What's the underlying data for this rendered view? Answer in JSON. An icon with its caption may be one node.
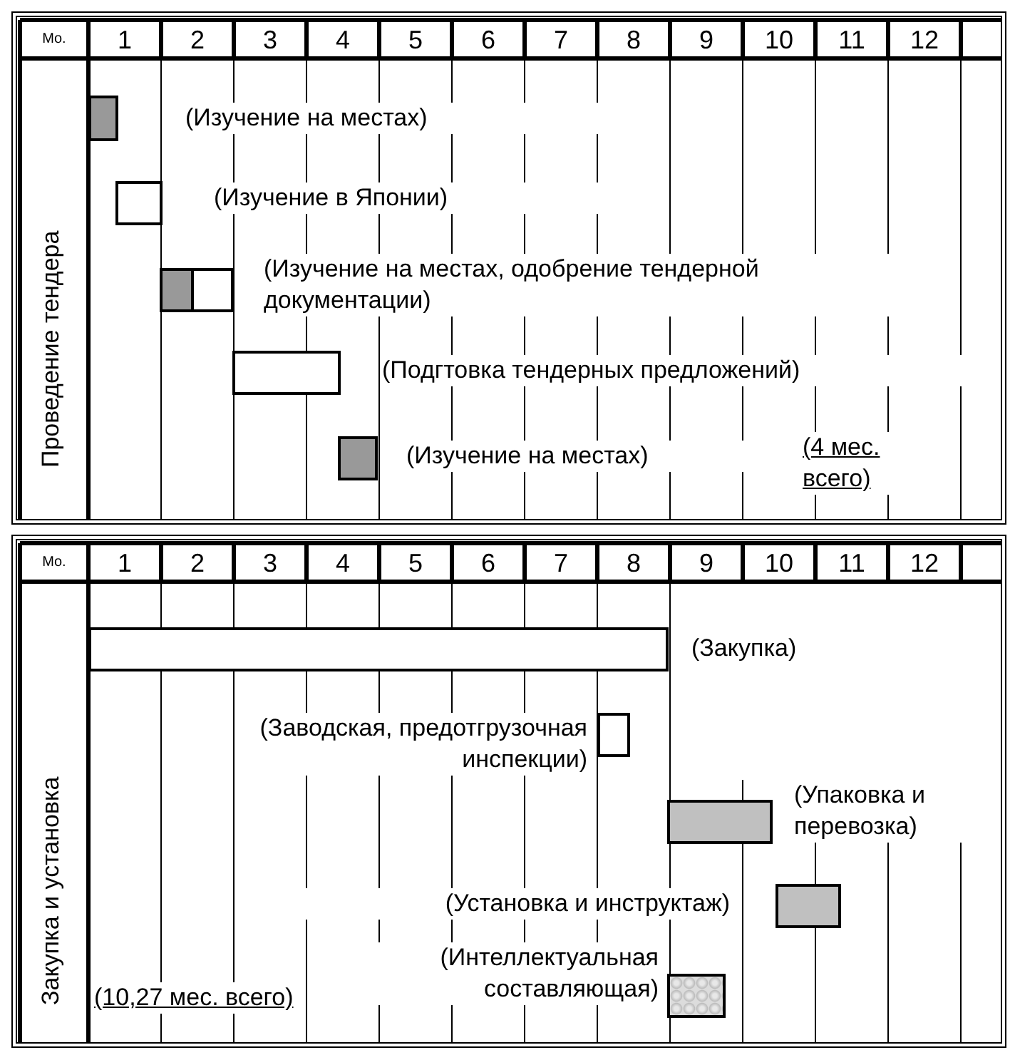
{
  "diagram": {
    "nodes": [
      {
        "text": [],
        "shape": "bar",
        "beside": [
          "(Изучение на местах)"
        ]
      },
      {
        "text": [],
        "shape": "bar",
        "beside": [
          "(Изучение в Японии)"
        ]
      },
      {
        "text": [],
        "shape": "bar",
        "beside": [
          "(Изучение на местах, одобрение тендерной документации)"
        ]
      },
      {
        "text": [],
        "shape": "bar",
        "beside": [
          "(Подгтовка тендерных предложений)"
        ]
      },
      {
        "text": [],
        "shape": "bar",
        "beside": [
          "(Изучение на местах)"
        ]
      },
      {
        "text": [],
        "shape": "bar",
        "beside": [
          "(Закупка)"
        ]
      },
      {
        "text": [],
        "shape": "bar",
        "beside": [
          "(Заводская, предотгрузочная инспекции)"
        ]
      },
      {
        "text": [],
        "shape": "bar",
        "beside": [
          "(Упаковка и перевозка)"
        ]
      },
      {
        "text": [],
        "shape": "bar",
        "beside": [
          "(Установка и инструктаж)"
        ]
      },
      {
        "text": [],
        "shape": "bar",
        "beside": [
          "(Интеллектуальная составляющая)"
        ]
      }
    ],
    "labels": [
      "Mo.",
      "1",
      "2",
      "3",
      "4",
      "5",
      "6",
      "7",
      "8",
      "9",
      "10",
      "11",
      "12",
      "Проведение тендера",
      "(4 мес. всего)",
      "Mo.",
      "1",
      "2",
      "3",
      "4",
      "5",
      "6",
      "7",
      "8",
      "9",
      "10",
      "11",
      "12",
      "Закупка и установка",
      "(10,27 мес. всего)"
    ]
  }
}
